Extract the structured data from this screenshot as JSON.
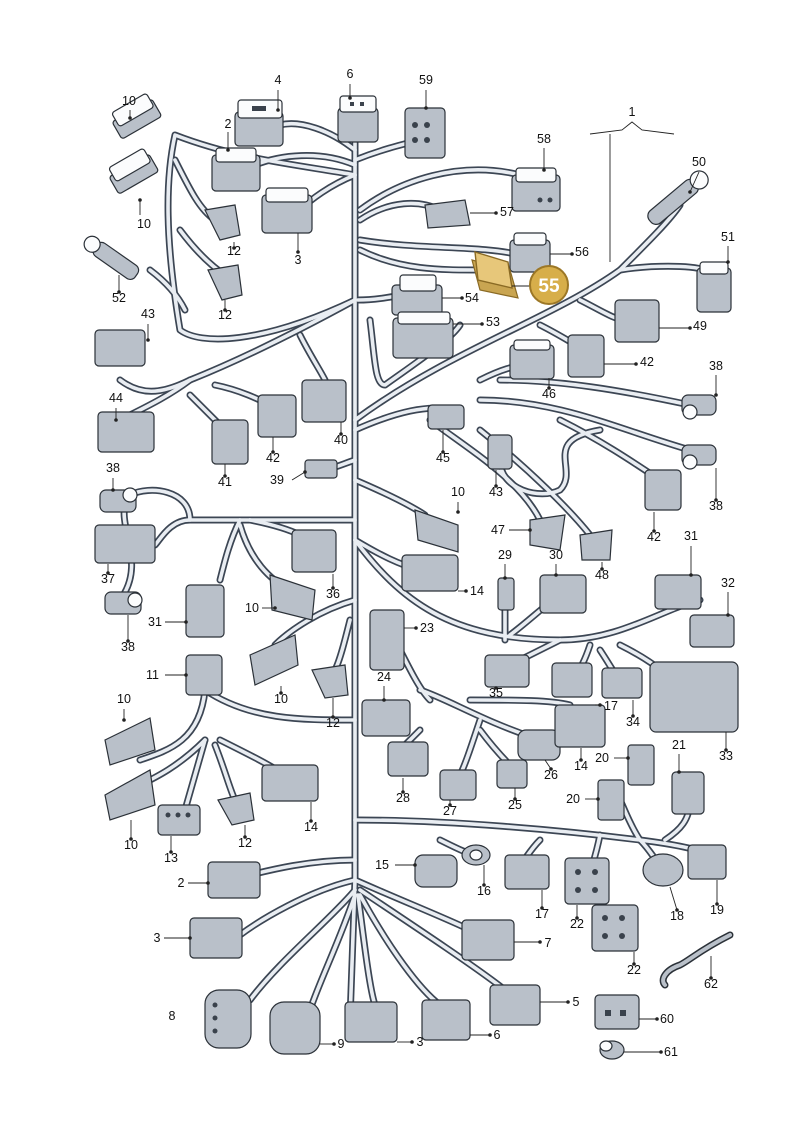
{
  "diagram": {
    "highlight": {
      "label": "55",
      "color": "#d7ae4a"
    },
    "wire_color": "#3c4654",
    "callouts": [
      {
        "label": "1"
      },
      {
        "label": "10"
      },
      {
        "label": "10"
      },
      {
        "label": "4"
      },
      {
        "label": "2"
      },
      {
        "label": "6"
      },
      {
        "label": "59"
      },
      {
        "label": "58"
      },
      {
        "label": "50"
      },
      {
        "label": "12"
      },
      {
        "label": "3"
      },
      {
        "label": "57"
      },
      {
        "label": "56"
      },
      {
        "label": "51"
      },
      {
        "label": "52"
      },
      {
        "label": "12"
      },
      {
        "label": "54"
      },
      {
        "label": "43"
      },
      {
        "label": "53"
      },
      {
        "label": "49"
      },
      {
        "label": "42"
      },
      {
        "label": "46"
      },
      {
        "label": "38"
      },
      {
        "label": "44"
      },
      {
        "label": "40"
      },
      {
        "label": "42"
      },
      {
        "label": "41"
      },
      {
        "label": "45"
      },
      {
        "label": "38"
      },
      {
        "label": "43"
      },
      {
        "label": "38"
      },
      {
        "label": "39"
      },
      {
        "label": "10"
      },
      {
        "label": "42"
      },
      {
        "label": "47"
      },
      {
        "label": "37"
      },
      {
        "label": "36"
      },
      {
        "label": "29"
      },
      {
        "label": "30"
      },
      {
        "label": "48"
      },
      {
        "label": "31"
      },
      {
        "label": "10"
      },
      {
        "label": "14"
      },
      {
        "label": "31"
      },
      {
        "label": "38"
      },
      {
        "label": "32"
      },
      {
        "label": "23"
      },
      {
        "label": "11"
      },
      {
        "label": "24"
      },
      {
        "label": "35"
      },
      {
        "label": "17"
      },
      {
        "label": "10"
      },
      {
        "label": "12"
      },
      {
        "label": "34"
      },
      {
        "label": "33"
      },
      {
        "label": "10"
      },
      {
        "label": "26"
      },
      {
        "label": "14"
      },
      {
        "label": "20"
      },
      {
        "label": "21"
      },
      {
        "label": "28"
      },
      {
        "label": "27"
      },
      {
        "label": "25"
      },
      {
        "label": "20"
      },
      {
        "label": "10"
      },
      {
        "label": "12"
      },
      {
        "label": "14"
      },
      {
        "label": "13"
      },
      {
        "label": "15"
      },
      {
        "label": "16"
      },
      {
        "label": "17"
      },
      {
        "label": "22"
      },
      {
        "label": "18"
      },
      {
        "label": "19"
      },
      {
        "label": "2"
      },
      {
        "label": "3"
      },
      {
        "label": "7"
      },
      {
        "label": "22"
      },
      {
        "label": "62"
      },
      {
        "label": "8"
      },
      {
        "label": "9"
      },
      {
        "label": "3"
      },
      {
        "label": "6"
      },
      {
        "label": "5"
      },
      {
        "label": "60"
      },
      {
        "label": "61"
      }
    ]
  }
}
